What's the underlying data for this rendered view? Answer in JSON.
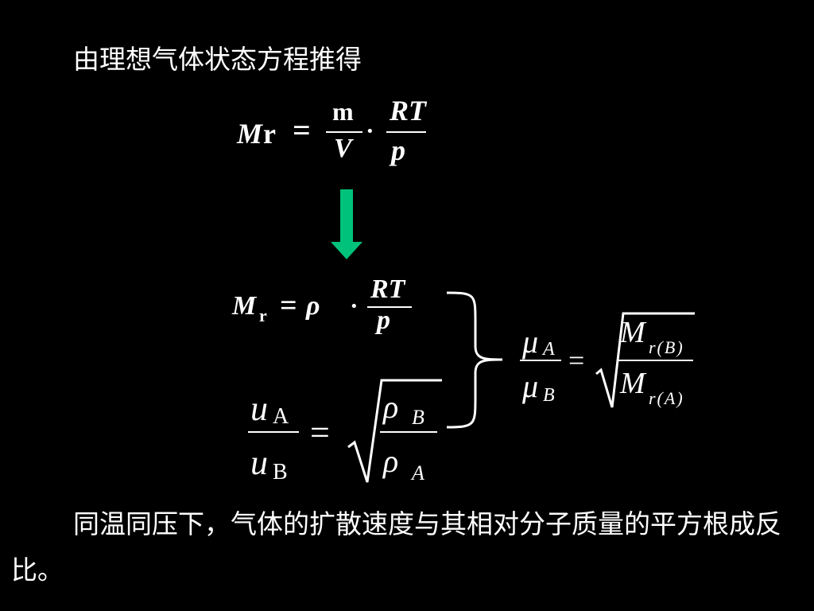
{
  "slide": {
    "heading": "由理想气体状态方程推得",
    "conclusion": "同温同压下，气体的扩散速度与其相对分子质量的平方根成反比。",
    "arrow_color": "#00c27a"
  },
  "eq1": {
    "lhs_var": "M",
    "lhs_sub": "r",
    "equals": "=",
    "frac1_num": "m",
    "frac1_den": "V",
    "dot": "·",
    "frac2_num": "RT",
    "frac2_den": "p"
  },
  "eq2": {
    "lhs_var": "M",
    "lhs_sub": "r",
    "equals": "=",
    "rho": "ρ",
    "dot": "·",
    "frac_num": "RT",
    "frac_den": "p"
  },
  "eq3": {
    "num_var": "u",
    "num_sub": "A",
    "den_var": "u",
    "den_sub": "B",
    "equals": "=",
    "root_num_var": "ρ",
    "root_num_sub": "B",
    "root_den_var": "ρ",
    "root_den_sub": "A"
  },
  "eq4": {
    "num_var": "μ",
    "num_sub": "A",
    "den_var": "μ",
    "den_sub": "B",
    "equals": "=",
    "root_num_var": "M",
    "root_num_sub": "r(B)",
    "root_den_var": "M",
    "root_den_sub": "r(A)"
  }
}
